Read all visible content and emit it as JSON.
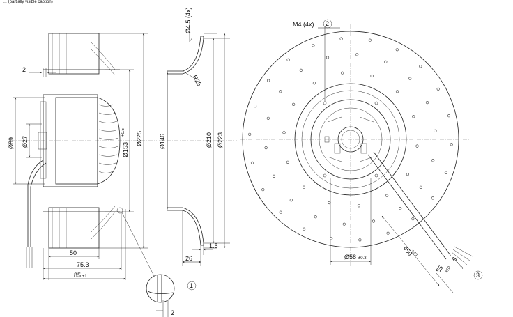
{
  "header": {
    "text": "… (partially visible caption)"
  },
  "left_view": {
    "dim_2": "2",
    "dim_d89": "Ø89",
    "dim_d27": "Ø27",
    "dim_d153": "Ø153",
    "dim_d153_tol": "+0.5",
    "dim_d225": "Ø225",
    "dim_50": "50",
    "dim_75_3": "75.3",
    "dim_85": "85",
    "dim_85_tol": "±1"
  },
  "middle_view": {
    "dim_d4_5": "Ø4.5 (4x)",
    "dim_r25": "R25",
    "dim_d146": "Ø146",
    "dim_d210": "Ø210",
    "dim_d223": "Ø223",
    "dim_26": "26",
    "dim_1_5": "1.5"
  },
  "detail": {
    "callout_1": "1",
    "dim_2": "2"
  },
  "right_view": {
    "thread": "M4 (4x)",
    "callout_2": "2",
    "dim_d58": "Ø58",
    "dim_d58_tol": "±0.3",
    "dim_450": "450",
    "dim_450_tol": "+30",
    "dim_6": "6",
    "dim_85": "85",
    "dim_85_tol": "±10",
    "callout_3": "3"
  }
}
